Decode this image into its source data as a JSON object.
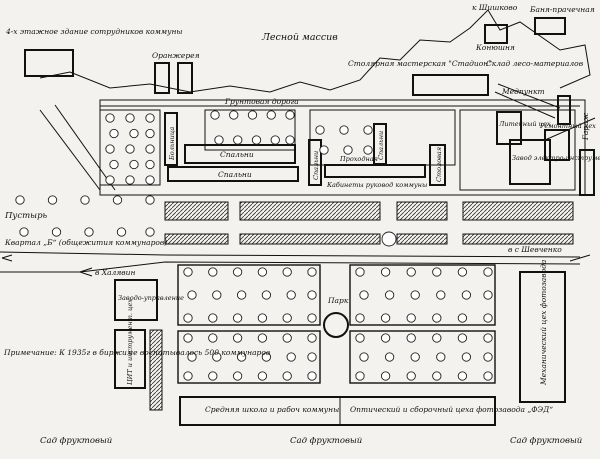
{
  "labels": {
    "forest": "Лесной массив",
    "to_shishkovo": "к Шишково",
    "dorm4": "4-х этажное здание сотрудников коммуны",
    "oranzhereya": "Оранжерея",
    "konyushnya": "Конюшня",
    "banya": "Баня-прачечная",
    "stolyarnaya": "Столярная мастерская \"Стадион\"",
    "sklad": "Склад лесо-материалов",
    "medpunkt": "Медпункт",
    "gruntovaya": "Грунтовая дорога",
    "garazh": "Гараж",
    "bolnitsa": "Больница",
    "spalni1": "Спальни",
    "spalni2": "Спальни",
    "spalni3": "Спальни",
    "prokhodnaya": "Проходная",
    "stolovaya": "Столовая",
    "kabinety": "Кабинеты руковод коммуны",
    "spalni_v": "Спальни",
    "liteyny": "Литейный цех",
    "remontny": "Ремонтный цех",
    "zavod": "Завод электро-инструмента",
    "pustyr": "Пустырь",
    "kvartal": "Квартал „Б“ (общежития коммунаров)",
    "to_khalyun": "в Халявин",
    "to_shevchenko": "в с Шевченко",
    "zavodoupravlenie": "Заводо-управление",
    "tsit": "ЦИТ и инструмент. цех",
    "sad_left": "Сад фруктовый",
    "note": "Примечание: К 1935г в биржиме воспитывалось 500 коммунаров",
    "park": "Парк",
    "mekh": "Механический цех фотозавода",
    "school": "Средняя школа и рабоч коммуны",
    "optical": "Оптический и сборочный цеха фотозавода „ФЭД“",
    "sad_mid": "Сад фруктовый",
    "sad_right": "Сад фруктовый"
  }
}
